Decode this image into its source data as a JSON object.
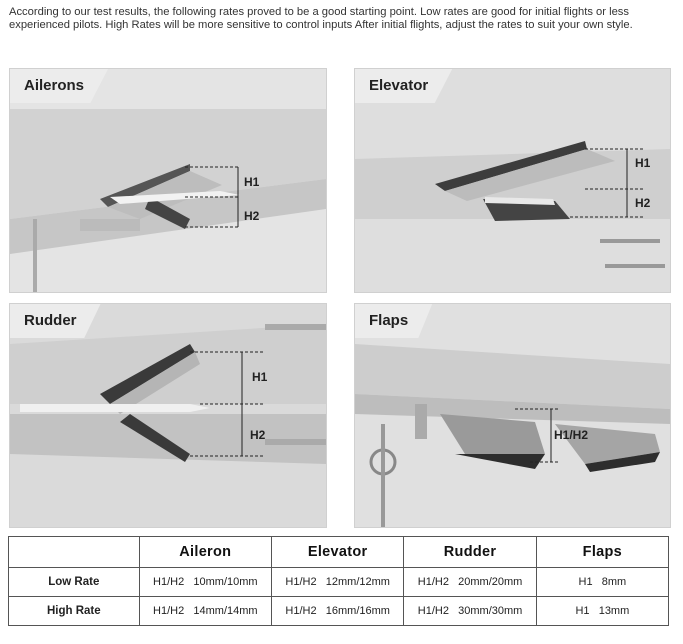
{
  "intro": "According to our test results, the following rates proved to be a good starting point. Low rates are good for initial flights or less experienced pilots.  High Rates will be more sensitive to control inputs  After initial flights, adjust the rates to suit your own style.",
  "panels": {
    "ailerons": {
      "title": "Ailerons",
      "h1": "H1",
      "h2": "H2"
    },
    "elevator": {
      "title": "Elevator",
      "h1": "H1",
      "h2": "H2"
    },
    "rudder": {
      "title": "Rudder",
      "h1": "H1",
      "h2": "H2"
    },
    "flaps": {
      "title": "Flaps",
      "h": "H1/H2"
    }
  },
  "table": {
    "headers": [
      "",
      "Aileron",
      "Elevator",
      "Rudder",
      "Flaps"
    ],
    "rows": [
      {
        "label": "Low Rate",
        "cells": [
          "H1/H2   10mm/10mm",
          "H1/H2   12mm/12mm",
          "H1/H2   20mm/20mm",
          "H1   8mm"
        ]
      },
      {
        "label": "High Rate",
        "cells": [
          "H1/H2   14mm/14mm",
          "H1/H2   16mm/16mm",
          "H1/H2   30mm/30mm",
          "H1   13mm"
        ]
      }
    ]
  }
}
